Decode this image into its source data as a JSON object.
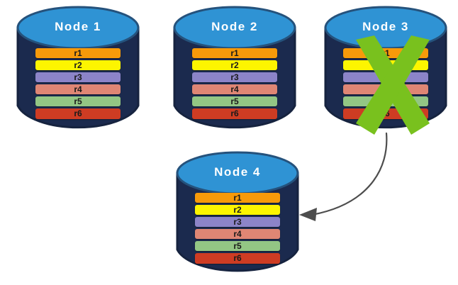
{
  "diagram": {
    "type": "distributed-replication-failover",
    "background_color": "#ffffff",
    "palette": {
      "cylinder_body": "#1b2a4e",
      "cylinder_body_dark": "#16233f",
      "cylinder_top": "#2f93d4",
      "cylinder_top_edge": "#25527c",
      "title_text": "#ffffff",
      "x_mark": "#79c11e",
      "arrow": "#4d4d4d",
      "row_text": "#1a1a1a"
    },
    "row_colors": {
      "r1": "#f79a0a",
      "r2": "#fdf500",
      "r3": "#8c84c8",
      "r4": "#df8674",
      "r5": "#93c684",
      "r6": "#ce3c23"
    }
  },
  "nodes": [
    {
      "id": "node-1",
      "title": "Node 1",
      "failed": false,
      "rows": [
        {
          "label": "r1",
          "color": "#f79a0a"
        },
        {
          "label": "r2",
          "color": "#fdf500"
        },
        {
          "label": "r3",
          "color": "#8c84c8"
        },
        {
          "label": "r4",
          "color": "#df8674"
        },
        {
          "label": "r5",
          "color": "#93c684"
        },
        {
          "label": "r6",
          "color": "#ce3c23"
        }
      ]
    },
    {
      "id": "node-2",
      "title": "Node 2",
      "failed": false,
      "rows": [
        {
          "label": "r1",
          "color": "#f79a0a"
        },
        {
          "label": "r2",
          "color": "#fdf500"
        },
        {
          "label": "r3",
          "color": "#8c84c8"
        },
        {
          "label": "r4",
          "color": "#df8674"
        },
        {
          "label": "r5",
          "color": "#93c684"
        },
        {
          "label": "r6",
          "color": "#ce3c23"
        }
      ]
    },
    {
      "id": "node-3",
      "title": "Node 3",
      "failed": true,
      "rows": [
        {
          "label": "r1",
          "color": "#f79a0a"
        },
        {
          "label": "r2",
          "color": "#fdf500"
        },
        {
          "label": "r3",
          "color": "#8c84c8"
        },
        {
          "label": "r4",
          "color": "#df8674"
        },
        {
          "label": "r5",
          "color": "#93c684"
        },
        {
          "label": "r6",
          "color": "#ce3c23"
        }
      ]
    },
    {
      "id": "node-4",
      "title": "Node 4",
      "failed": false,
      "rows": [
        {
          "label": "r1",
          "color": "#f79a0a"
        },
        {
          "label": "r2",
          "color": "#fdf500"
        },
        {
          "label": "r3",
          "color": "#8c84c8"
        },
        {
          "label": "r4",
          "color": "#df8674"
        },
        {
          "label": "r5",
          "color": "#93c684"
        },
        {
          "label": "r6",
          "color": "#ce3c23"
        }
      ]
    }
  ],
  "annotations": {
    "failure_mark": {
      "name": "green-x-cross",
      "on_node": "Node 3",
      "color": "#79c11e"
    },
    "migration_arrow": {
      "from": "Node 3",
      "to": "Node 4",
      "color": "#4d4d4d"
    }
  }
}
